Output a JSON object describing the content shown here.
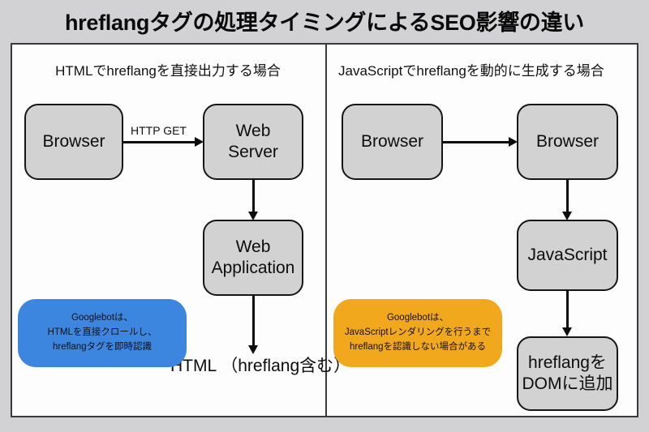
{
  "title": "hreflangタグの処理タイミングによるSEO影響の違い",
  "colors": {
    "background": "#d2d2d4",
    "panel": "#fdfdfd",
    "node_fill": "#d2d2d2",
    "node_border": "#161616",
    "callout_blue": "#3d86df",
    "callout_orange": "#f2a81c"
  },
  "left_panel": {
    "heading": "HTMLでhreflangを直接出力する場合",
    "nodes": {
      "browser": "Browser",
      "web_server_line1": "Web",
      "web_server_line2": "Server",
      "web_application_line1": "Web",
      "web_application_line2": "Application",
      "output_line1": "HTML",
      "output_line2": "（hreflang含む）"
    },
    "edges": {
      "http_get": "HTTP GET"
    },
    "callout": {
      "line1": "Googlebotは、",
      "line2": "HTMLを直接クロールし、",
      "line3": "hreflangタグを即時認識"
    }
  },
  "right_panel": {
    "heading": "JavaScriptでhreflangを動的に生成する場合",
    "nodes": {
      "browser_1": "Browser",
      "browser_2": "Browser",
      "javascript": "JavaScript",
      "dom_line1": "hreflangを",
      "dom_line2": "DOMに追加"
    },
    "callout": {
      "line1": "Googlebotは、",
      "line2": "JavaScriptレンダリングを行うまで",
      "line3": "hreflangを認識しない場合がある"
    }
  }
}
